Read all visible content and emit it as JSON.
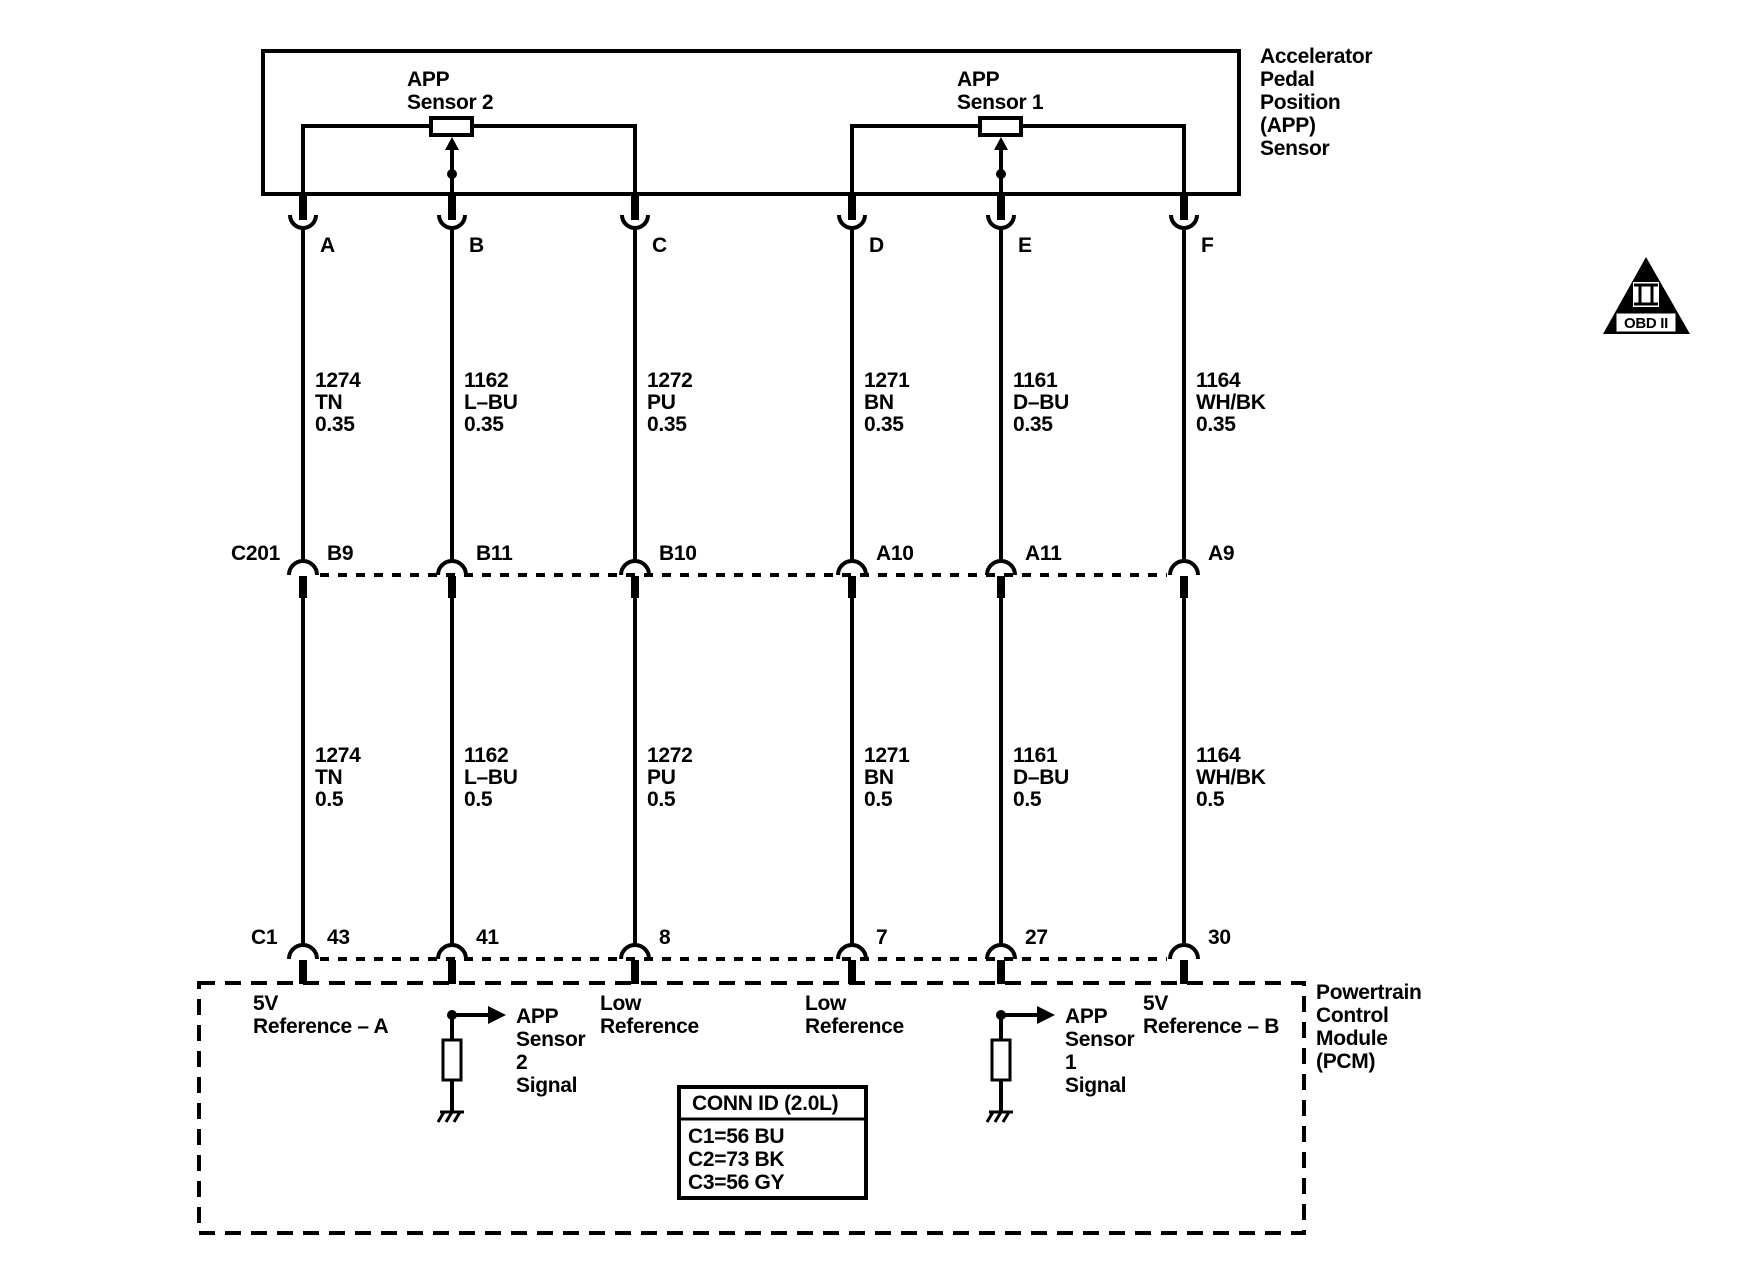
{
  "app_sensor": {
    "label": [
      "Accelerator",
      "Pedal",
      "Position",
      "(APP)",
      "Sensor"
    ],
    "sensor2_label": [
      "APP",
      "Sensor 2"
    ],
    "sensor1_label": [
      "APP",
      "Sensor 1"
    ]
  },
  "obd_badge": {
    "numeral": "II",
    "text": "OBD II"
  },
  "wires": [
    {
      "pin": "A",
      "upper": [
        "1274",
        "TN",
        "0.35"
      ],
      "c201_pin": "B9",
      "lower": [
        "1274",
        "TN",
        "0.5"
      ],
      "pcm_pin": "43"
    },
    {
      "pin": "B",
      "upper": [
        "1162",
        "L–BU",
        "0.35"
      ],
      "c201_pin": "B11",
      "lower": [
        "1162",
        "L–BU",
        "0.5"
      ],
      "pcm_pin": "41"
    },
    {
      "pin": "C",
      "upper": [
        "1272",
        "PU",
        "0.35"
      ],
      "c201_pin": "B10",
      "lower": [
        "1272",
        "PU",
        "0.5"
      ],
      "pcm_pin": "8"
    },
    {
      "pin": "D",
      "upper": [
        "1271",
        "BN",
        "0.35"
      ],
      "c201_pin": "A10",
      "lower": [
        "1271",
        "BN",
        "0.5"
      ],
      "pcm_pin": "7"
    },
    {
      "pin": "E",
      "upper": [
        "1161",
        "D–BU",
        "0.35"
      ],
      "c201_pin": "A11",
      "lower": [
        "1161",
        "D–BU",
        "0.5"
      ],
      "pcm_pin": "27"
    },
    {
      "pin": "F",
      "upper": [
        "1164",
        "WH/BK",
        "0.35"
      ],
      "c201_pin": "A9",
      "lower": [
        "1164",
        "WH/BK",
        "0.5"
      ],
      "pcm_pin": "30"
    }
  ],
  "connectors": {
    "c201": "C201",
    "c1": "C1"
  },
  "pcm": {
    "label": [
      "Powertrain",
      "Control",
      "Module",
      "(PCM)"
    ],
    "ref_a": [
      "5V",
      "Reference – A"
    ],
    "sensor2_signal": [
      "APP",
      "Sensor",
      "2",
      "Signal"
    ],
    "low_ref_1": [
      "Low",
      "Reference"
    ],
    "low_ref_2": [
      "Low",
      "Reference"
    ],
    "sensor1_signal": [
      "APP",
      "Sensor",
      "1",
      "Signal"
    ],
    "ref_b": [
      "5V",
      "Reference – B"
    ]
  },
  "conn_id": {
    "title": "CONN ID (2.0L)",
    "lines": [
      "C1=56 BU",
      "C2=73 BK",
      "C3=56 GY"
    ]
  }
}
